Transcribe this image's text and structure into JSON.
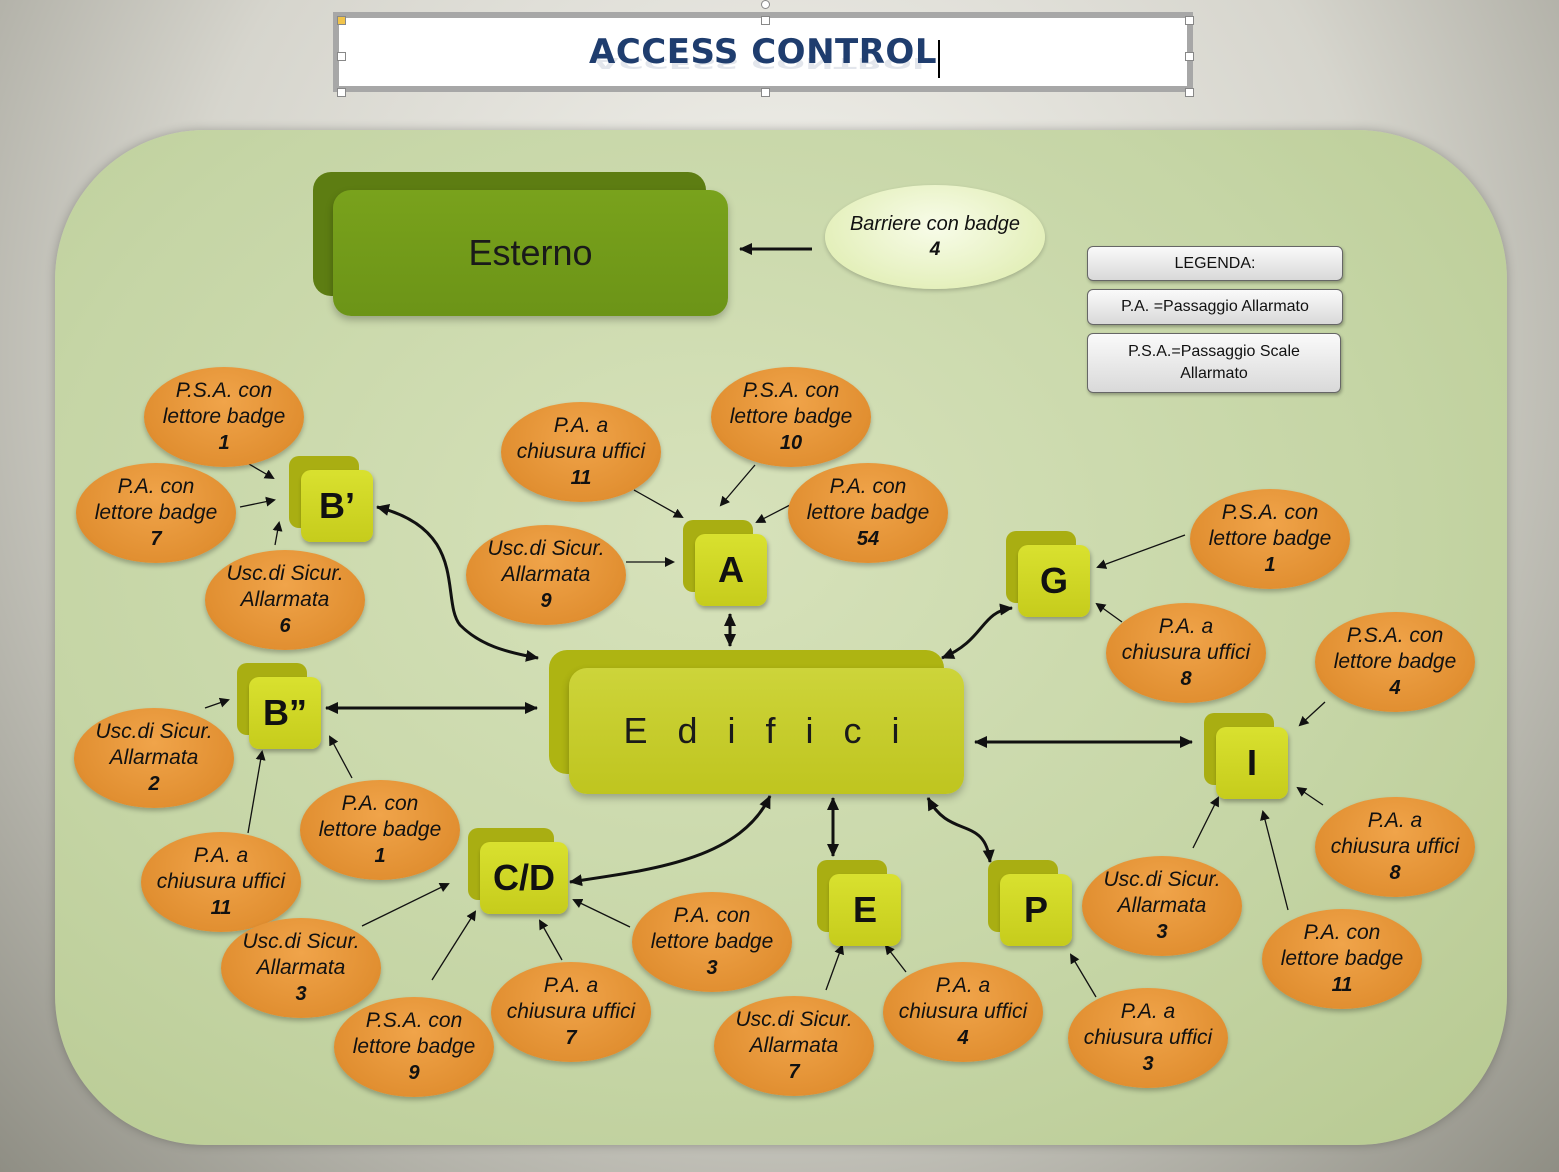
{
  "title": "ACCESS CONTROL",
  "esterno": "Esterno",
  "edifici": "E d i f i c i",
  "barriere": {
    "line1": "Barriere con badge",
    "count": "4"
  },
  "legend": {
    "header": "LEGENDA:",
    "pa": "P.A. =Passaggio Allarmato",
    "psa": "P.S.A.=Passaggio Scale Allarmato"
  },
  "buildings": {
    "b1": "B’",
    "b2": "B”",
    "a": "A",
    "g": "G",
    "i": "I",
    "cd": "C/D",
    "e": "E",
    "p": "P"
  },
  "ovals": {
    "b1_psa": {
      "l1": "P.S.A. con",
      "l2": "lettore badge",
      "n": "1"
    },
    "b1_pa": {
      "l1": "P.A. con",
      "l2": "lettore badge",
      "n": "7"
    },
    "b1_usc": {
      "l1": "Usc.di Sicur.",
      "l2": "Allarmata",
      "n": "6"
    },
    "a_pa_ch": {
      "l1": "P.A. a",
      "l2": "chiusura uffici",
      "n": "11"
    },
    "a_psa": {
      "l1": "P.S.A. con",
      "l2": "lettore badge",
      "n": "10"
    },
    "a_pa": {
      "l1": "P.A. con",
      "l2": "lettore badge",
      "n": "54"
    },
    "a_usc": {
      "l1": "Usc.di Sicur.",
      "l2": "Allarmata",
      "n": "9"
    },
    "g_psa": {
      "l1": "P.S.A. con",
      "l2": "lettore badge",
      "n": "1"
    },
    "g_pa_ch": {
      "l1": "P.A. a",
      "l2": "chiusura uffici",
      "n": "8"
    },
    "i_psa": {
      "l1": "P.S.A. con",
      "l2": "lettore badge",
      "n": "4"
    },
    "i_pa_ch": {
      "l1": "P.A. a",
      "l2": "chiusura uffici",
      "n": "8"
    },
    "i_usc": {
      "l1": "Usc.di Sicur.",
      "l2": "Allarmata",
      "n": "3"
    },
    "i_pa": {
      "l1": "P.A. con",
      "l2": "lettore badge",
      "n": "11"
    },
    "b2_usc": {
      "l1": "Usc.di Sicur.",
      "l2": "Allarmata",
      "n": "2"
    },
    "b2_pa": {
      "l1": "P.A. con",
      "l2": "lettore badge",
      "n": "1"
    },
    "b2_pa_ch": {
      "l1": "P.A. a",
      "l2": "chiusura uffici",
      "n": "11"
    },
    "cd_usc": {
      "l1": "Usc.di Sicur.",
      "l2": "Allarmata",
      "n": "3"
    },
    "cd_psa": {
      "l1": "P.S.A. con",
      "l2": "lettore badge",
      "n": "9"
    },
    "cd_pa_ch": {
      "l1": "P.A. a",
      "l2": "chiusura uffici",
      "n": "7"
    },
    "cd_pa": {
      "l1": "P.A. con",
      "l2": "lettore badge",
      "n": "3"
    },
    "e_usc": {
      "l1": "Usc.di Sicur.",
      "l2": "Allarmata",
      "n": "7"
    },
    "e_pa_ch": {
      "l1": "P.A. a",
      "l2": "chiusura uffici",
      "n": "4"
    },
    "p_pa_ch": {
      "l1": "P.A. a",
      "l2": "chiusura uffici",
      "n": "3"
    }
  }
}
